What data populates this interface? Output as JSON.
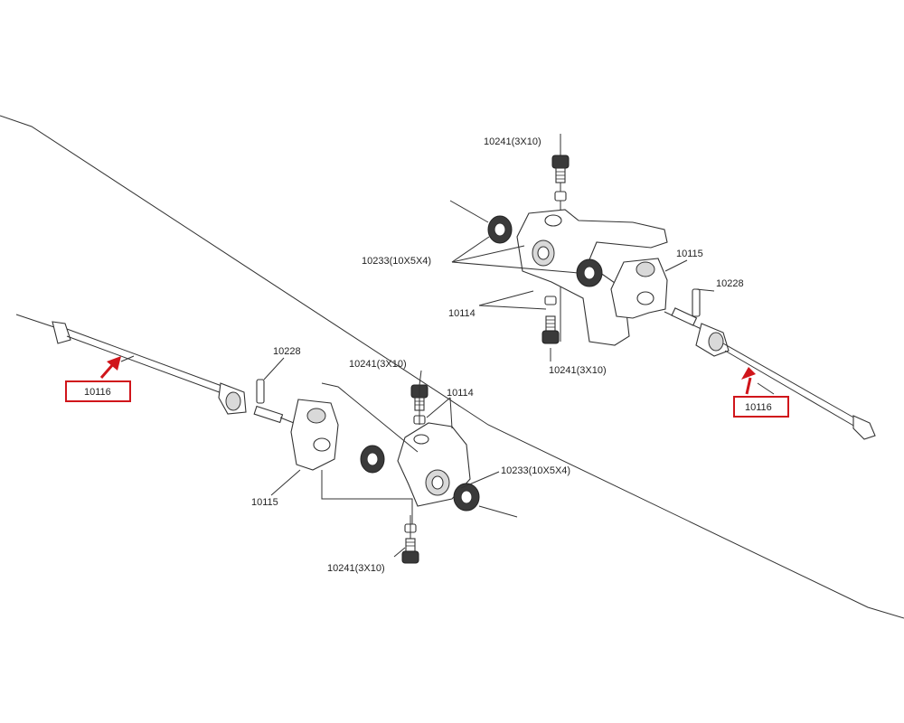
{
  "upper_assembly": {
    "labels": {
      "screw_top": "10241(3X10)",
      "bearing": "10233(10X5X4)",
      "knuckle": "10115",
      "pin": "10228",
      "carrier": "10114",
      "screw_bottom": "10241(3X10)",
      "driveshaft": "10116"
    }
  },
  "lower_assembly": {
    "labels": {
      "driveshaft": "10116",
      "pin": "10228",
      "screw_top": "10241(3X10)",
      "carrier": "10114",
      "bearing": "10233(10X5X4)",
      "knuckle": "10115",
      "screw_bottom": "10241(3X10)"
    }
  },
  "colors": {
    "highlight": "#d0151b",
    "ink": "#333333"
  }
}
